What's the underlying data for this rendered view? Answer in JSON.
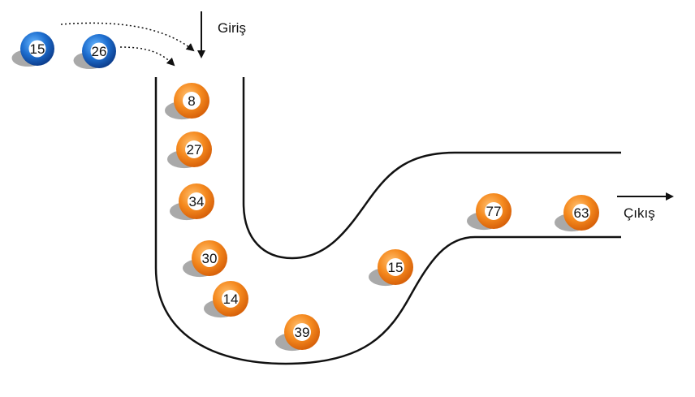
{
  "labels": {
    "entry": "Giriş",
    "exit": "Çıkış"
  },
  "colors": {
    "orange_ball": "#f07c12",
    "orange_ball_light": "#ffb347",
    "blue_ball": "#1565c0",
    "blue_ball_light": "#42a5f5",
    "pipe": "#111111",
    "shadow": "#8c8c8c"
  },
  "incoming_balls": [
    {
      "number": "15"
    },
    {
      "number": "26"
    }
  ],
  "pipe_balls": [
    {
      "number": "8"
    },
    {
      "number": "27"
    },
    {
      "number": "34"
    },
    {
      "number": "30"
    },
    {
      "number": "14"
    },
    {
      "number": "39"
    },
    {
      "number": "15"
    },
    {
      "number": "77"
    },
    {
      "number": "63"
    }
  ]
}
